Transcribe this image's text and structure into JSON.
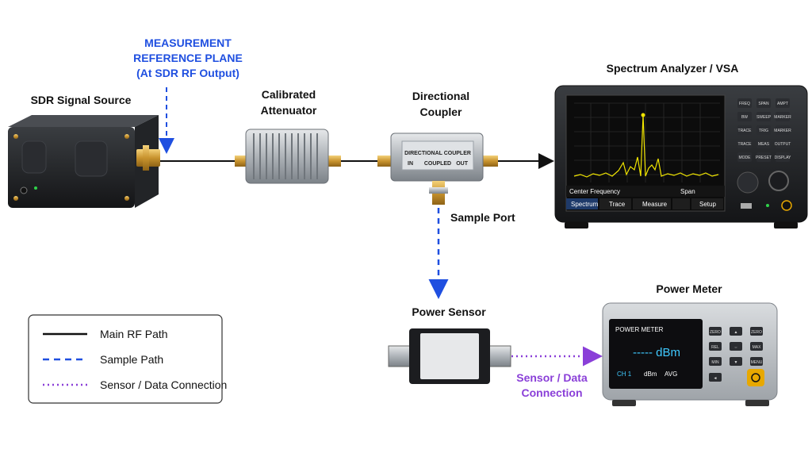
{
  "labels": {
    "ref_plane_line1": "MEASUREMENT",
    "ref_plane_line2": "REFERENCE PLANE",
    "ref_plane_line3": "(At SDR RF Output)",
    "sdr_source": "SDR Signal Source",
    "attenuator_line1": "Calibrated",
    "attenuator_line2": "Attenuator",
    "coupler_line1": "Directional",
    "coupler_line2": "Coupler",
    "analyzer": "Spectrum Analyzer / VSA",
    "sample_port": "Sample Port",
    "power_sensor": "Power Sensor",
    "power_meter": "Power Meter",
    "sensor_conn_line1": "Sensor / Data",
    "sensor_conn_line2": "Connection"
  },
  "coupler_body": {
    "title": "DIRECTIONAL COUPLER",
    "port_in": "IN",
    "port_coupled": "COUPLED",
    "port_out": "OUT"
  },
  "analyzer_screen": {
    "footer_left": "Center Frequency",
    "footer_right": "Span",
    "tabs": [
      "Spectrum",
      "Trace",
      "Measure",
      "",
      "Setup"
    ],
    "keys": [
      "FREQ",
      "SPAN",
      "AMPT",
      "BW",
      "SWEEP",
      "MARKER",
      "TRACE",
      "TRIG",
      "MARKER",
      "TRACE",
      "MEAS",
      "OUTPUT",
      "MODE",
      "PRESET",
      "DISPLAY"
    ]
  },
  "power_meter_screen": {
    "title": "POWER METER",
    "reading": "----- dBm",
    "channel": "CH 1",
    "unit": "dBm",
    "mode": "AVG",
    "keys": [
      "ZERO",
      "▲",
      "ZERO",
      "REL",
      "⇔",
      "MAX",
      "MIN",
      "▼",
      "MENU",
      "◄",
      "",
      ""
    ]
  },
  "legend": {
    "main": "Main RF Path",
    "sample": "Sample Path",
    "sensor": "Sensor / Data Connection"
  },
  "colors": {
    "blue": "#1f4fe0",
    "purple": "#8a3fd8",
    "black": "#111111",
    "trace": "#f2e600"
  }
}
